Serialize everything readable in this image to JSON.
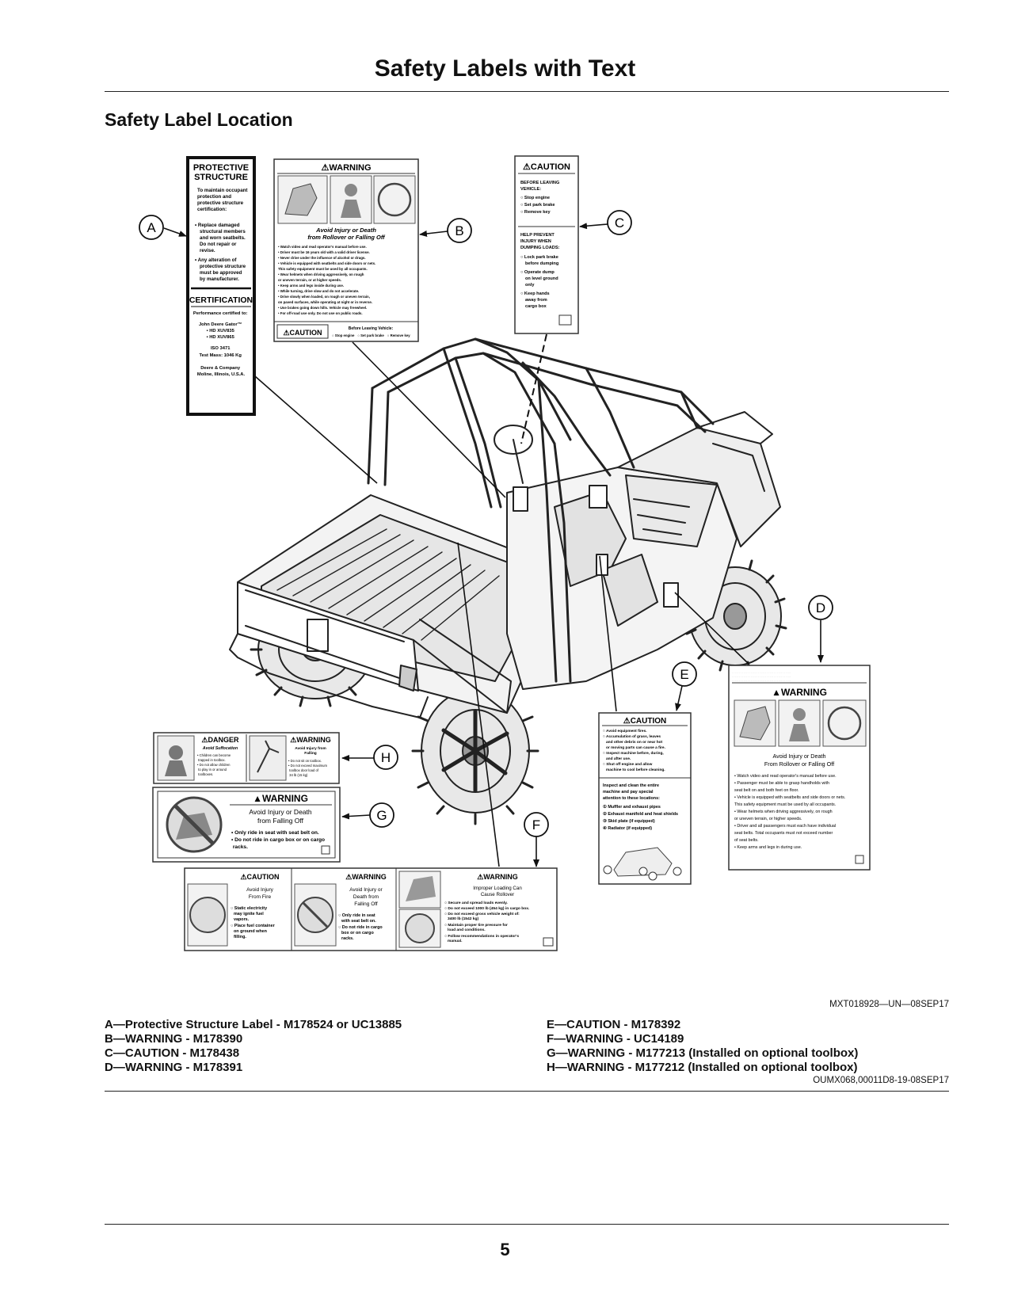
{
  "page": {
    "title": "Safety Labels with Text",
    "section_title": "Safety Label Location",
    "figure_id": "MXT018928—UN—08SEP17",
    "doc_ref": "OUMX068,00011D8-19-08SEP17",
    "page_number": "5"
  },
  "callouts": [
    "A",
    "B",
    "C",
    "D",
    "E",
    "F",
    "G",
    "H"
  ],
  "legend": {
    "left": [
      "A—Protective Structure Label - M178524 or UC13885",
      "B—WARNING - M178390",
      "C—CAUTION - M178438",
      "D—WARNING - M178391"
    ],
    "right": [
      "E—CAUTION - M178392",
      "F—WARNING - UC14189",
      "G—WARNING - M177213 (Installed on optional toolbox)",
      "H—WARNING - M177212 (Installed on optional toolbox)"
    ]
  },
  "labels": {
    "a": {
      "heading": [
        "PROTECTIVE",
        "STRUCTURE"
      ],
      "intro": [
        "To maintain occupant",
        "protection and",
        "protective structure",
        "certification:"
      ],
      "bullet1": [
        "• Replace damaged",
        "structural members",
        "and worn seatbelts.",
        "Do not repair or",
        "revise."
      ],
      "bullet2": [
        "• Any alteration of",
        "protective structure",
        "must be approved",
        "by manufacturer."
      ],
      "cert_heading": "CERTIFICATION",
      "cert_lines": [
        "Performance certified to:",
        "",
        "John Deere Gator™",
        "• HD XUV835",
        "• HD XUV865",
        "",
        "ISO 3471",
        "Test Mass: 1046 Kg",
        "",
        "Deere & Company",
        "Moline, Illinois, U.S.A."
      ]
    },
    "b": {
      "signal": "⚠WARNING",
      "headline": [
        "Avoid Injury or Death",
        "from Rollover or Falling Off"
      ],
      "bullets": [
        "• Watch video and read operator's manual before use.",
        "• Driver must be 16 years old with a valid driver license.",
        "• Never drive under the influence of alcohol or drugs.",
        "• Vehicle is equipped with seatbelts and side doors or nets.",
        "  This safety equipment must be used by all occupants.",
        "• Wear helmets when driving aggressively, on rough",
        "  or uneven terrain, or at higher speeds.",
        "• Keep arms and legs inside during use.",
        "• While turning, drive slow and do not accelerate.",
        "• Drive slowly when loaded, on rough or uneven terrain,",
        "  on paved surfaces, while operating at night or in reverse.",
        "• Use brakes going down hills. Vehicle may freewheel.",
        "• For off-road use only. Do not use on public roads."
      ],
      "footer_signal": "⚠CAUTION",
      "footer_title": "Before Leaving Vehicle:",
      "footer_items": [
        "○ Stop engine",
        "○ Set park brake",
        "○ Remove key"
      ]
    },
    "c": {
      "signal": "⚠CAUTION",
      "before": [
        "BEFORE LEAVING",
        "VEHICLE:"
      ],
      "before_items": [
        "○ Stop engine",
        "○ Set park brake",
        "○ Remove key"
      ],
      "help": [
        "HELP PREVENT",
        "INJURY WHEN",
        "DUMPING LOADS:"
      ],
      "help_items": [
        "○ Lock park brake",
        "before dumping",
        "○ Operate dump",
        "on level ground",
        "only",
        "○ Keep hands",
        "away from",
        "cargo box"
      ]
    },
    "d": {
      "signal": "▲WARNING",
      "headline": [
        "Avoid Injury or Death",
        "From Rollover or Falling Off"
      ],
      "bullets": [
        "• Watch video and read operator's manual before use.",
        "• Passenger must be able to grasp handholds with",
        "  seat belt on and both feet on floor.",
        "• Vehicle is equipped with seatbelts and side doors or nets.",
        "  This safety equipment must be used by all occupants.",
        "• Wear helmets when driving aggressively, on rough",
        "  or uneven terrain, or higher speeds.",
        "• Driver and all passengers must each have individual",
        "  seat belts. Total occupants must not exceed number",
        "  of seat belts.",
        "• Keep arms and legs in during use."
      ]
    },
    "e": {
      "signal": "⚠CAUTION",
      "items": [
        "○ Avoid equipment fires.",
        "○ Accumulation of grass, leaves",
        "and other debris on or near hot",
        "or moving parts can cause a fire.",
        "○ Inspect machine before, during,",
        "and after use.",
        "○ Shut off engine and allow",
        "machine to cool before cleaning."
      ],
      "inspect": [
        "Inspect and clean the entire",
        "machine and pay special",
        "attention to these locations:"
      ],
      "locations": [
        "① Muffler and exhaust pipes",
        "② Exhaust manifold and heat shields",
        "③ Skid plate (if equipped)",
        "④ Radiator (if equipped)"
      ]
    },
    "f": {
      "signal": "⚠WARNING",
      "headline": [
        "Improper Loading Can",
        "Cause Rollover"
      ],
      "items": [
        "○ Secure and spread loads evenly.",
        "○ Do not exceed 1000 lb (454 kg) in cargo box.",
        "○ Do not exceed gross vehicle weight of:",
        "  3400 lb (1542 kg)",
        "○ Maintain proper tire pressure for",
        "  load and conditions.",
        "○ Follow recommendations in operator's",
        "  manual."
      ]
    },
    "f1": {
      "signal": "⚠CAUTION",
      "headline": [
        "Avoid Injury",
        "From Fire"
      ],
      "items": [
        "○ Static electricity",
        "may ignite fuel",
        "vapors.",
        "○ Place fuel container",
        "on ground when",
        "filling."
      ]
    },
    "f2": {
      "signal": "⚠WARNING",
      "headline": [
        "Avoid Injury or",
        "Death from",
        "Falling Off"
      ],
      "items": [
        "○ Only ride in seat",
        "with seat belt on.",
        "○ Do not ride in cargo",
        "box or on cargo",
        "racks."
      ]
    },
    "g": {
      "signal": "▲WARNING",
      "headline": [
        "Avoid Injury or Death",
        "from Falling Off"
      ],
      "items": [
        "• Only ride in seat with seat belt on.",
        "• Do not ride in cargo box or on cargo",
        "  racks."
      ]
    },
    "h": {
      "left_signal": "⚠DANGER",
      "left_title": "Avoid Suffocation",
      "left_items": [
        "• Children can become",
        "  trapped in toolbox.",
        "• Do not allow children",
        "  to play in or around",
        "  toolboxes."
      ],
      "right_signal": "⚠WARNING",
      "right_title": [
        "Avoid Injury from",
        "Falling"
      ],
      "right_items": [
        "• Do not sit on toolbox.",
        "• Do not exceed maximum",
        "  toolbox door load of",
        "  34 lb (15 kg)"
      ]
    }
  }
}
